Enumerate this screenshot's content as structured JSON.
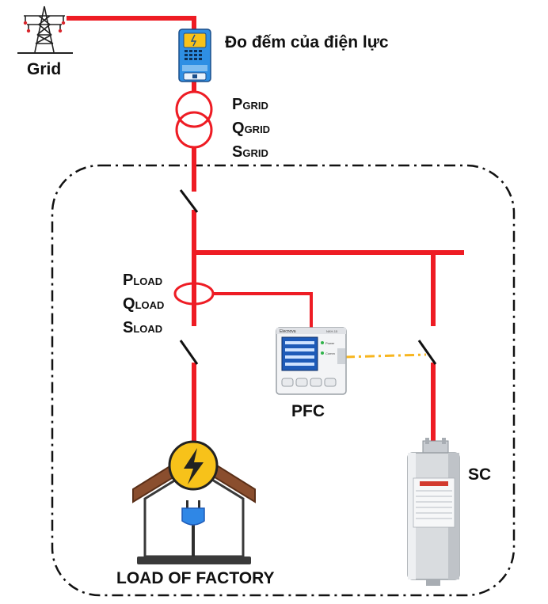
{
  "labels": {
    "grid": "Grid",
    "meter": "Đo đếm của điện lực",
    "pfc": "PFC",
    "sc": "SC",
    "load": "LOAD OF FACTORY"
  },
  "grid_measure": [
    {
      "letter": "P",
      "sub": "GRID"
    },
    {
      "letter": "Q",
      "sub": "GRID"
    },
    {
      "letter": "S",
      "sub": "GRID"
    }
  ],
  "load_measure": [
    {
      "letter": "P",
      "sub": "LOAD"
    },
    {
      "letter": "Q",
      "sub": "LOAD"
    },
    {
      "letter": "S",
      "sub": "LOAD"
    }
  ],
  "pfc_device": {
    "brand": "Elecnova",
    "model": "NKH-15",
    "leds": [
      "Power",
      "Comm"
    ]
  },
  "colors": {
    "line": "#ee1c24",
    "control": "#f7b51e",
    "frame": "#111111",
    "house_roof": "#8a4e2e",
    "bolt": "#f7c21a",
    "plug": "#2f87e6"
  }
}
